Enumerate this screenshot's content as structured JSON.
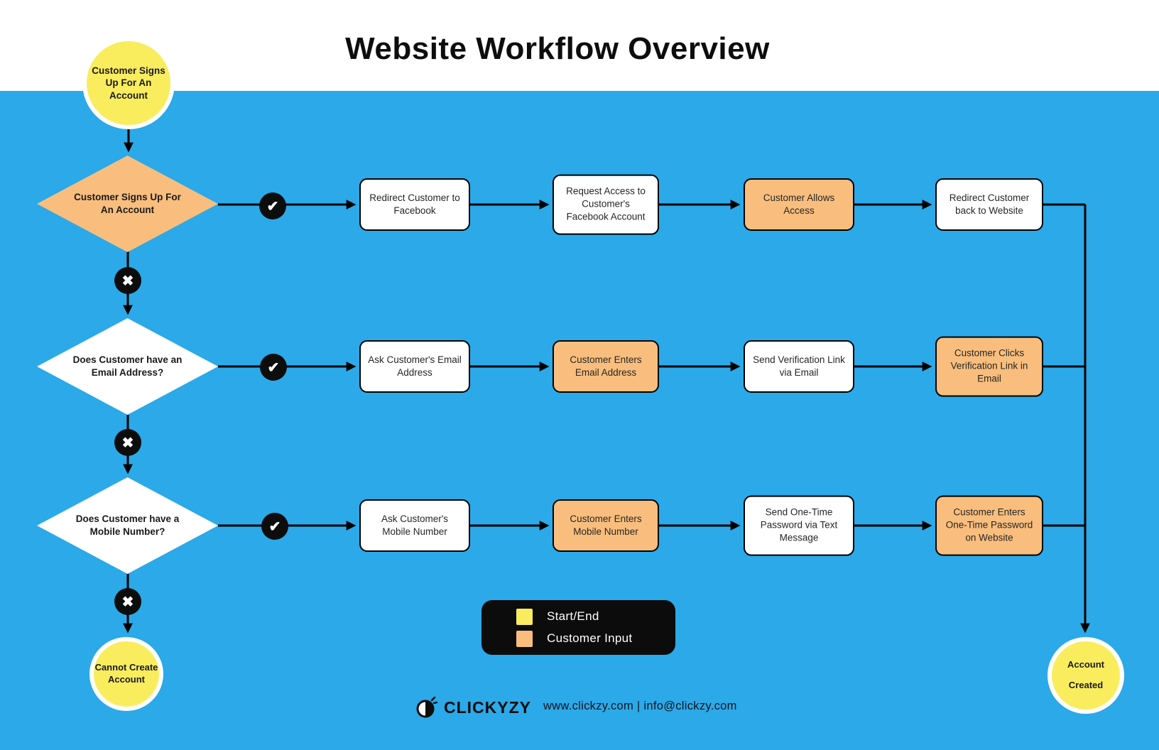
{
  "title": "Website Workflow Overview",
  "colors": {
    "background": "#2BA9E8",
    "start_end_yellow": "#F9ED5E",
    "customer_input_orange": "#F9BE7D",
    "process_white": "#FFFFFF",
    "line_black": "#000000"
  },
  "icons": {
    "check_glyph": "✔",
    "cross_glyph": "✖"
  },
  "start": {
    "label": "Customer Signs Up For An Account"
  },
  "ends": {
    "fail": "Cannot Create Account",
    "success_line1": "Account",
    "success_line2": "Created"
  },
  "rows": [
    {
      "decision": "Customer Signs Up For An Account",
      "steps": [
        {
          "label": "Redirect Customer to Facebook",
          "type": "process"
        },
        {
          "label": "Request Access to Customer's Facebook Account",
          "type": "process"
        },
        {
          "label": "Customer Allows Access",
          "type": "customer-input"
        },
        {
          "label": "Redirect Customer back to Website",
          "type": "process"
        }
      ]
    },
    {
      "decision": "Does Customer have an Email Address?",
      "steps": [
        {
          "label": "Ask Customer's Email Address",
          "type": "process"
        },
        {
          "label": "Customer Enters Email Address",
          "type": "customer-input"
        },
        {
          "label": "Send Verification Link via Email",
          "type": "process"
        },
        {
          "label": "Customer Clicks Verification Link in Email",
          "type": "customer-input"
        }
      ]
    },
    {
      "decision": "Does Customer have a Mobile Number?",
      "steps": [
        {
          "label": "Ask Customer's Mobile Number",
          "type": "process"
        },
        {
          "label": "Customer Enters Mobile Number",
          "type": "customer-input"
        },
        {
          "label": "Send One-Time Password via Text Message",
          "type": "process"
        },
        {
          "label": "Customer Enters One-Time Password on Website",
          "type": "customer-input"
        }
      ]
    }
  ],
  "legend": {
    "items": [
      {
        "label": "Start/End"
      },
      {
        "label": "Customer Input"
      }
    ]
  },
  "footer": {
    "brand": "CLICKYZY",
    "contact": "www.clickzy.com | info@clickzy.com"
  }
}
